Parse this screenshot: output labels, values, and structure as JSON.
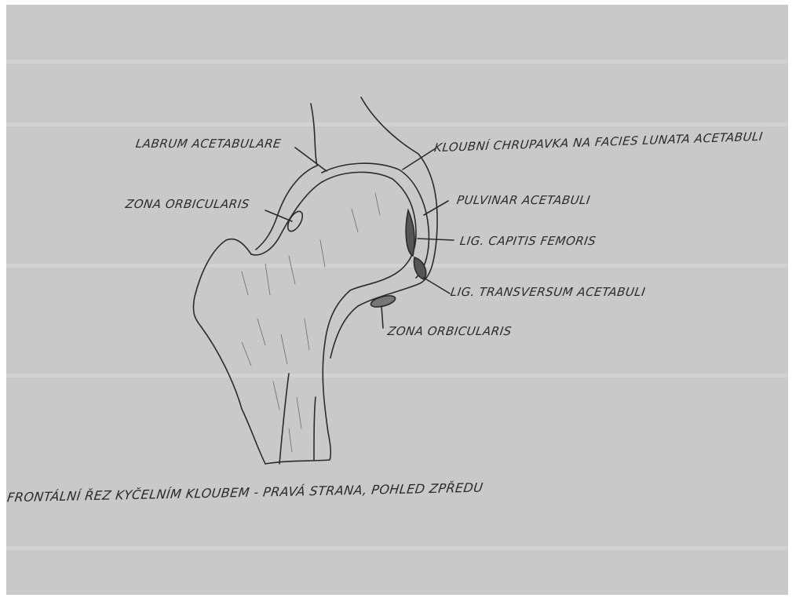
{
  "labels": {
    "labrum": "LABRUM ACETABULARE",
    "chrupavka": "KLOUBNÍ CHRUPAVKA NA FACIES LUNATA ACETABULI",
    "zona_top": "ZONA ORBICULARIS",
    "pulvinar": "PULVINAR ACETABULI",
    "lig_capitis": "LIG. CAPITIS FEMORIS",
    "lig_transversum": "LIG. TRANSVERSUM ACETABULI",
    "zona_bottom": "ZONA ORBICULARIS"
  },
  "caption": "FRONTÁLNÍ ŘEZ KYČELNÍM KLOUBEM - PRAVÁ STRANA, POHLED ZPŘEDU",
  "colors": {
    "paper": "#c9c9c9",
    "ink": "#2b2b2b"
  }
}
